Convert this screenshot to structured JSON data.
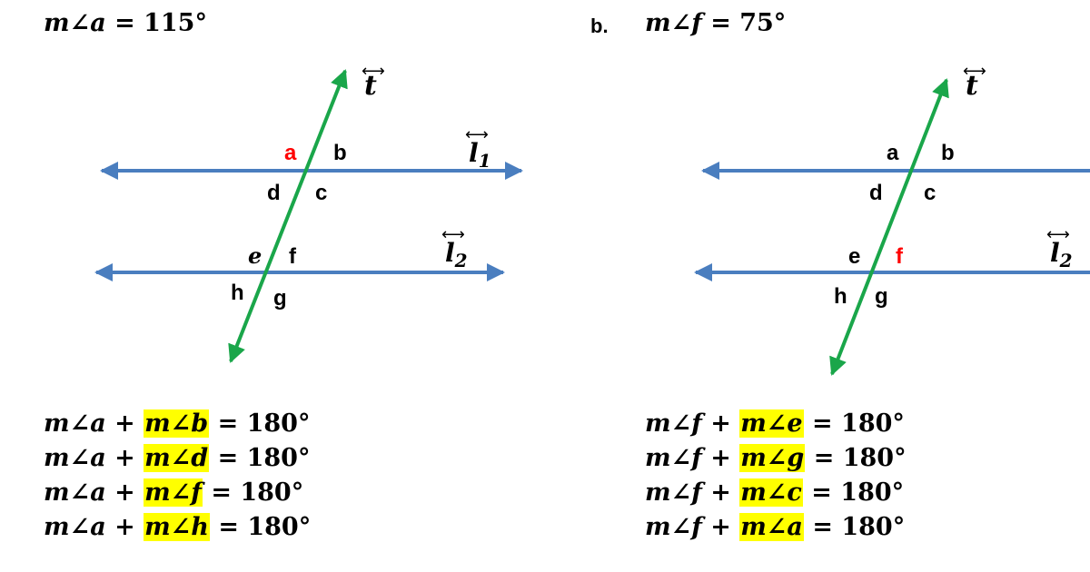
{
  "colors": {
    "parallel_line": "#4a7ebf",
    "transversal": "#1aa64a",
    "highlight": "#ffff00",
    "given_angle_label": "#ff0000",
    "text": "#000000"
  },
  "panels": [
    {
      "part_label": "",
      "given": {
        "var": "m∠a",
        "rest": " = 115°"
      },
      "transversal_label": "t",
      "line_labels": [
        {
          "base": "l",
          "sub": "1"
        },
        {
          "base": "l",
          "sub": "2"
        }
      ],
      "angle_labels": [
        "a",
        "b",
        "c",
        "d",
        "e",
        "f",
        "g",
        "h"
      ],
      "given_angle": "a",
      "equations": [
        {
          "lhs": "m∠a + ",
          "hl": "m∠b",
          "rhs": " = 180°"
        },
        {
          "lhs": "m∠a + ",
          "hl": "m∠d",
          "rhs": " = 180°"
        },
        {
          "lhs": "m∠a + ",
          "hl": "m∠f",
          "rhs": " = 180°"
        },
        {
          "lhs": "m∠a + ",
          "hl": "m∠h",
          "rhs": " = 180°"
        }
      ]
    },
    {
      "part_label": "b.",
      "given": {
        "var": "m∠f",
        "rest": " = 75°"
      },
      "transversal_label": "t",
      "line_labels": [
        {
          "base": "",
          "sub": ""
        },
        {
          "base": "l",
          "sub": "2"
        }
      ],
      "angle_labels": [
        "a",
        "b",
        "c",
        "d",
        "e",
        "f",
        "g",
        "h"
      ],
      "given_angle": "f",
      "equations": [
        {
          "lhs": "m∠f + ",
          "hl": "m∠e",
          "rhs": " = 180°"
        },
        {
          "lhs": "m∠f + ",
          "hl": "m∠g",
          "rhs": " = 180°"
        },
        {
          "lhs": "m∠f + ",
          "hl": "m∠c",
          "rhs": " =  180°"
        },
        {
          "lhs": "m∠f + ",
          "hl": "m∠a",
          "rhs": " = 180°"
        }
      ]
    }
  ]
}
